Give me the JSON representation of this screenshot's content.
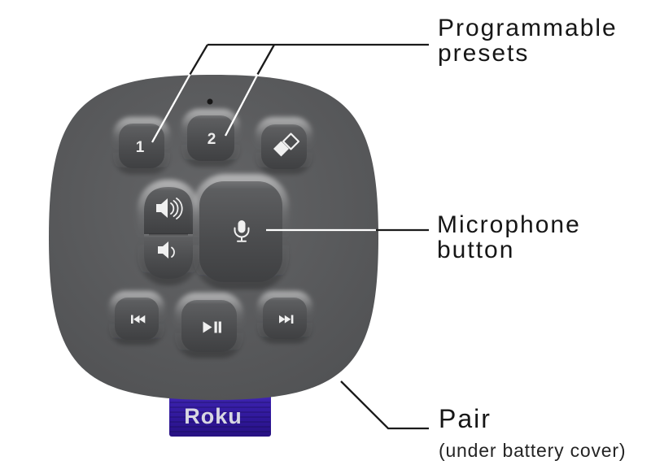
{
  "remote": {
    "brand_tag": "Roku",
    "preset1_label": "1",
    "preset2_label": "2"
  },
  "annotations": {
    "presets": {
      "line1": "Programmable",
      "line2": "presets"
    },
    "microphone": {
      "line1": "Microphone",
      "line2": "button"
    },
    "pair": {
      "title": "Pair",
      "subtitle": "(under battery cover)"
    }
  },
  "icons": {
    "tag_button": "double-diamond-icon",
    "volume_up": "volume-up-icon",
    "volume_down": "volume-down-icon",
    "microphone": "microphone-icon",
    "previous": "previous-track-icon",
    "play_pause": "play-pause-icon",
    "next": "next-track-icon"
  },
  "colors": {
    "background": "#ffffff",
    "remote_body": "#58595b",
    "button_face": "#4c4d4f",
    "icon": "#f0f0f0",
    "tag_purple": "#31189a",
    "line_dark": "#1a1a1a",
    "line_light": "#ffffff",
    "label_text": "#161616"
  }
}
